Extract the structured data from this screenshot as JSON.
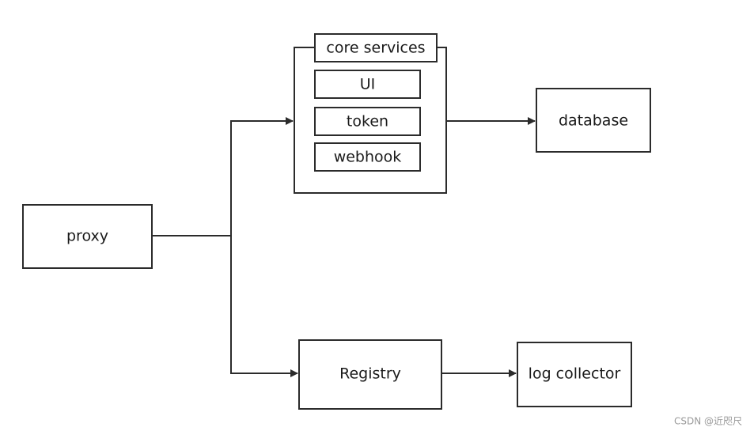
{
  "nodes": {
    "proxy": "proxy",
    "core_services": "core services",
    "ui": "UI",
    "token": "token",
    "webhook": "webhook",
    "database": "database",
    "registry": "Registry",
    "log_collector": "log collector"
  },
  "watermark": "CSDN @近咫尺"
}
